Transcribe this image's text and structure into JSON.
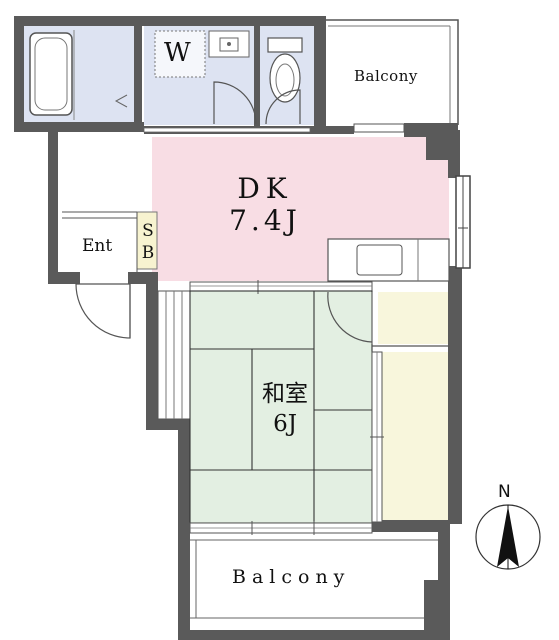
{
  "rooms": {
    "washroom": "W",
    "top_balcony": "Balcony",
    "dining_kitchen": "DK",
    "dining_kitchen_size": "7.4J",
    "entrance": "Ent",
    "shoe_box": "S\nB",
    "japanese_room": "和室",
    "japanese_room_size": "6J",
    "bottom_balcony": "Balcony"
  },
  "compass": {
    "north": "N"
  },
  "colors": {
    "wall": "#5a5a5a",
    "bath_blue": "#dde3f2",
    "dk_pink": "#f8dde4",
    "tatami_green": "#e3efe2",
    "storage_cream": "#f8f6dc",
    "shoe_box_cream": "#f7f3d0"
  }
}
